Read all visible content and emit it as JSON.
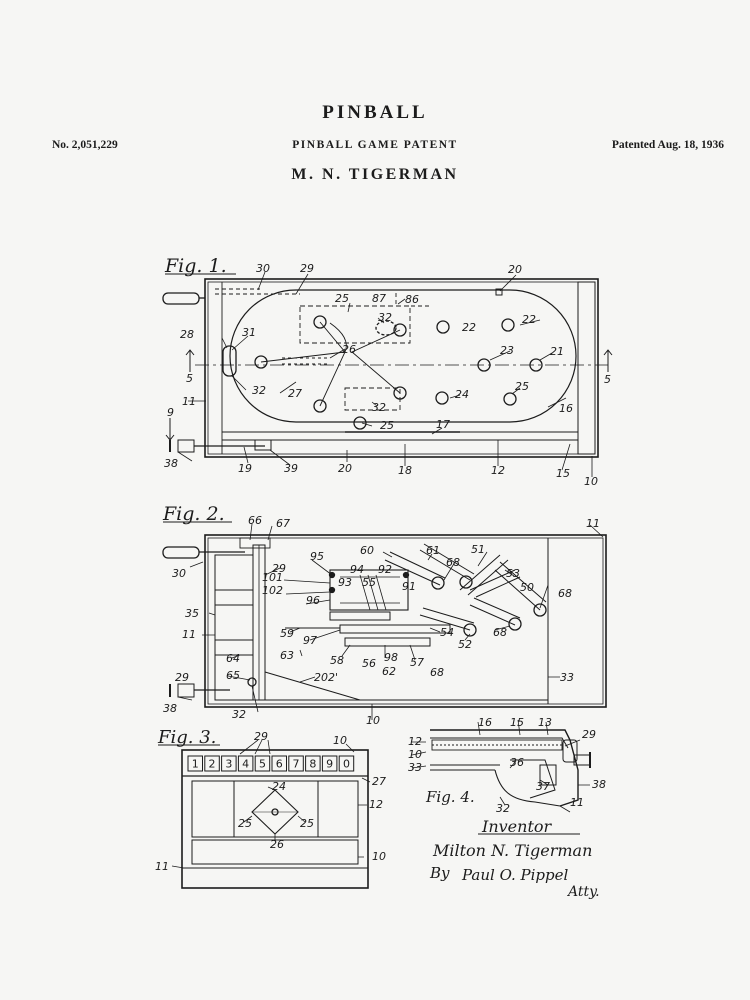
{
  "header": {
    "title": "PINBALL",
    "patent_number": "No. 2,051,229",
    "subtitle": "PINBALL GAME PATENT",
    "patent_date": "Patented Aug. 18, 1936",
    "inventor": "M. N. TIGERMAN"
  },
  "figures": {
    "fig1": {
      "label": "Fig. 1.",
      "refs": {
        "r30": "30",
        "r29": "29",
        "r20": "20",
        "r25a": "25",
        "r87": "87",
        "r86": "86",
        "r32a": "32",
        "r28": "28",
        "r31": "31",
        "r26": "26",
        "r22a": "22",
        "r22b": "22",
        "r23": "23",
        "r21": "21",
        "r5a": "5",
        "r5b": "5",
        "r27": "27",
        "r32b": "32",
        "r32c": "32",
        "r24": "24",
        "r25b": "25",
        "r25c": "25",
        "r16": "16",
        "r11a": "11",
        "r9": "9",
        "r17": "17",
        "r38": "38",
        "r19": "19",
        "r39": "39",
        "r20b": "20",
        "r18": "18",
        "r12": "12",
        "r15": "15",
        "r10": "10"
      }
    },
    "fig2": {
      "label": "Fig. 2.",
      "refs": {
        "r66": "66",
        "r67": "67",
        "r11": "11",
        "r30": "30",
        "r29": "29",
        "r95": "95",
        "r60": "60",
        "r61": "61",
        "r68a": "68",
        "r51": "51",
        "r53": "53",
        "r101": "101",
        "r94": "94",
        "r92": "92",
        "r93": "93",
        "r55": "55",
        "r91": "91",
        "r102": "102",
        "r96": "96",
        "r50": "50",
        "r68b": "68",
        "r35": "35",
        "r11b": "11",
        "r59": "59",
        "r97": "97",
        "r54": "54",
        "r52": "52",
        "r68c": "68",
        "r63": "63",
        "r58": "58",
        "r56": "56",
        "r98": "98",
        "r57": "57",
        "r64": "64",
        "r62": "62",
        "r68d": "68",
        "r65": "65",
        "r202": "202'",
        "r33": "33",
        "r29b": "29",
        "r38": "38",
        "r32": "32",
        "r10": "10"
      }
    },
    "fig3": {
      "label": "Fig. 3.",
      "score_digits": [
        "1",
        "2",
        "3",
        "4",
        "5",
        "6",
        "7",
        "8",
        "9",
        "0"
      ],
      "refs": {
        "r29": "29",
        "r10": "10",
        "r27": "27",
        "r12": "12",
        "r24": "24",
        "r25a": "25",
        "r25b": "25",
        "r26": "26",
        "r11": "11",
        "r10b": "10"
      }
    },
    "fig4": {
      "label": "Fig. 4.",
      "refs": {
        "r16": "16",
        "r15": "15",
        "r13": "13",
        "r29": "29",
        "r12": "12",
        "r10": "10",
        "r33": "33",
        "r36": "36",
        "r37": "37",
        "r38": "38",
        "r32": "32",
        "r11": "11"
      }
    }
  },
  "signature": {
    "heading": "Inventor",
    "name": "Milton N. Tigerman",
    "by": "By",
    "attorney": "Paul O. Pippel",
    "atty": "Atty."
  },
  "colors": {
    "ink": "#1c1c1c",
    "paper": "#f6f6f4"
  }
}
